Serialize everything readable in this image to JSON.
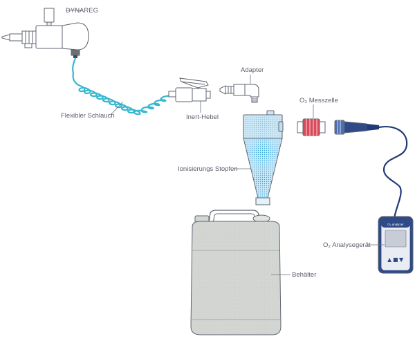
{
  "labels": {
    "dynareg": "DYNAREG",
    "adapter": "Adapter",
    "flex_hose": "Flexibler Schlauch",
    "inert_lever": "Inert-Hebel",
    "o2_cell": "O₂ Messzelle",
    "ion_stopper": "Ionisierungs Stopfen",
    "o2_analyzer": "O₂ Analysegerät",
    "container": "Behälter"
  },
  "device": {
    "brand": "O₂ analyzer",
    "buttons": [
      "▲",
      "■",
      "▼"
    ]
  },
  "colors": {
    "hose": "#35b8d0",
    "cone": "#cfe8f6",
    "cone_dots": "#3aa7dc",
    "container": "#d4d6d3",
    "cell_red": "#d94a5b",
    "cable": "#203a78",
    "outline": "#5f6470",
    "device_body": "#2f4a86"
  }
}
